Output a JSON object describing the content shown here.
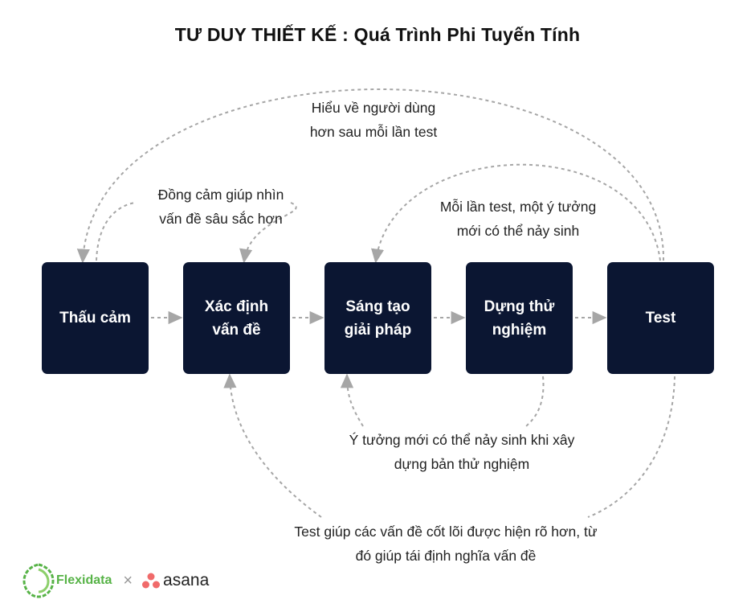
{
  "title": "TƯ DUY THIẾT KẾ : Quá Trình Phi Tuyến Tính",
  "stages": [
    {
      "label": "Thấu cảm"
    },
    {
      "label": "Xác định\nvấn đề"
    },
    {
      "label": "Sáng tạo\ngiải pháp"
    },
    {
      "label": "Dựng thử\nnghiệm"
    },
    {
      "label": "Test"
    }
  ],
  "notes": {
    "understand_users": "Hiểu về người dùng\nhơn sau mỗi lần test",
    "empathy": "Đồng cảm giúp nhìn\nvấn đề sâu sắc hơn",
    "new_idea_test": "Mỗi lần test, một ý tưởng\nmới có thể nảy sinh",
    "prototype_idea": "Ý tưởng mới có thể nảy sinh khi xây\ndựng bản thử nghiệm",
    "test_redefine": "Test giúp các vấn đề cốt lõi được hiện rõ hơn, từ\nđó giúp tái định nghĩa vấn đề"
  },
  "logos": {
    "flexidata": "Flexidata",
    "separator": "×",
    "asana": "asana"
  },
  "colors": {
    "box": "#0b1632",
    "connector": "#a6a6a6",
    "flexidata_green": "#57b347",
    "asana_coral": "#f06a6a"
  }
}
